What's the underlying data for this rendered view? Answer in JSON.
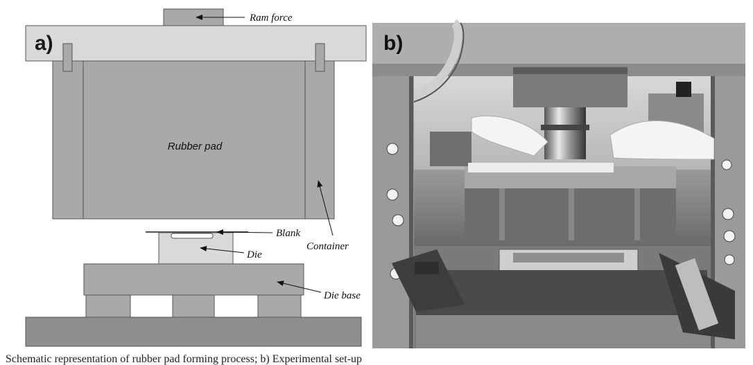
{
  "panel_a": {
    "label": "a)",
    "labels": {
      "ram_force": "Ram force",
      "rubber_pad": "Rubber pad",
      "blank": "Blank",
      "die": "Die",
      "container": "Container",
      "die_base": "Die base"
    },
    "colors": {
      "light_gray": "#d9d9d9",
      "medium_gray": "#a9a9a9",
      "dark_gray": "#8e8e8e",
      "outline": "#555555"
    }
  },
  "panel_b": {
    "label": "b)"
  },
  "caption": "Schematic representation of rubber pad forming process; b) Experimental set-up"
}
